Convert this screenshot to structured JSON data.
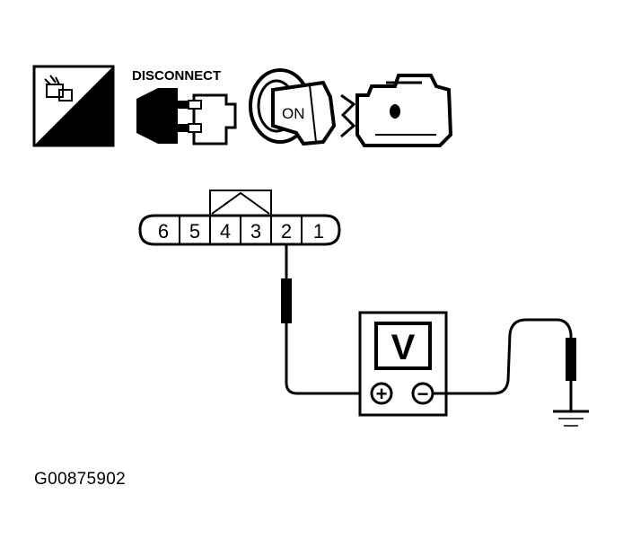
{
  "icons": {
    "troubleshoot": {
      "label": "T.S.",
      "icon": "troubleshoot-icon"
    },
    "disconnect": {
      "label": "DISCONNECT",
      "icon": "connector-disconnect-icon"
    },
    "ignition": {
      "label": "ON",
      "icon": "ignition-key-on-icon"
    },
    "engine": {
      "icon": "engine-icon"
    }
  },
  "connector": {
    "pins": [
      "6",
      "5",
      "4",
      "3",
      "2",
      "1"
    ]
  },
  "voltmeter": {
    "label": "V",
    "positive": "+",
    "negative": "−"
  },
  "figure_id": "G00875902"
}
